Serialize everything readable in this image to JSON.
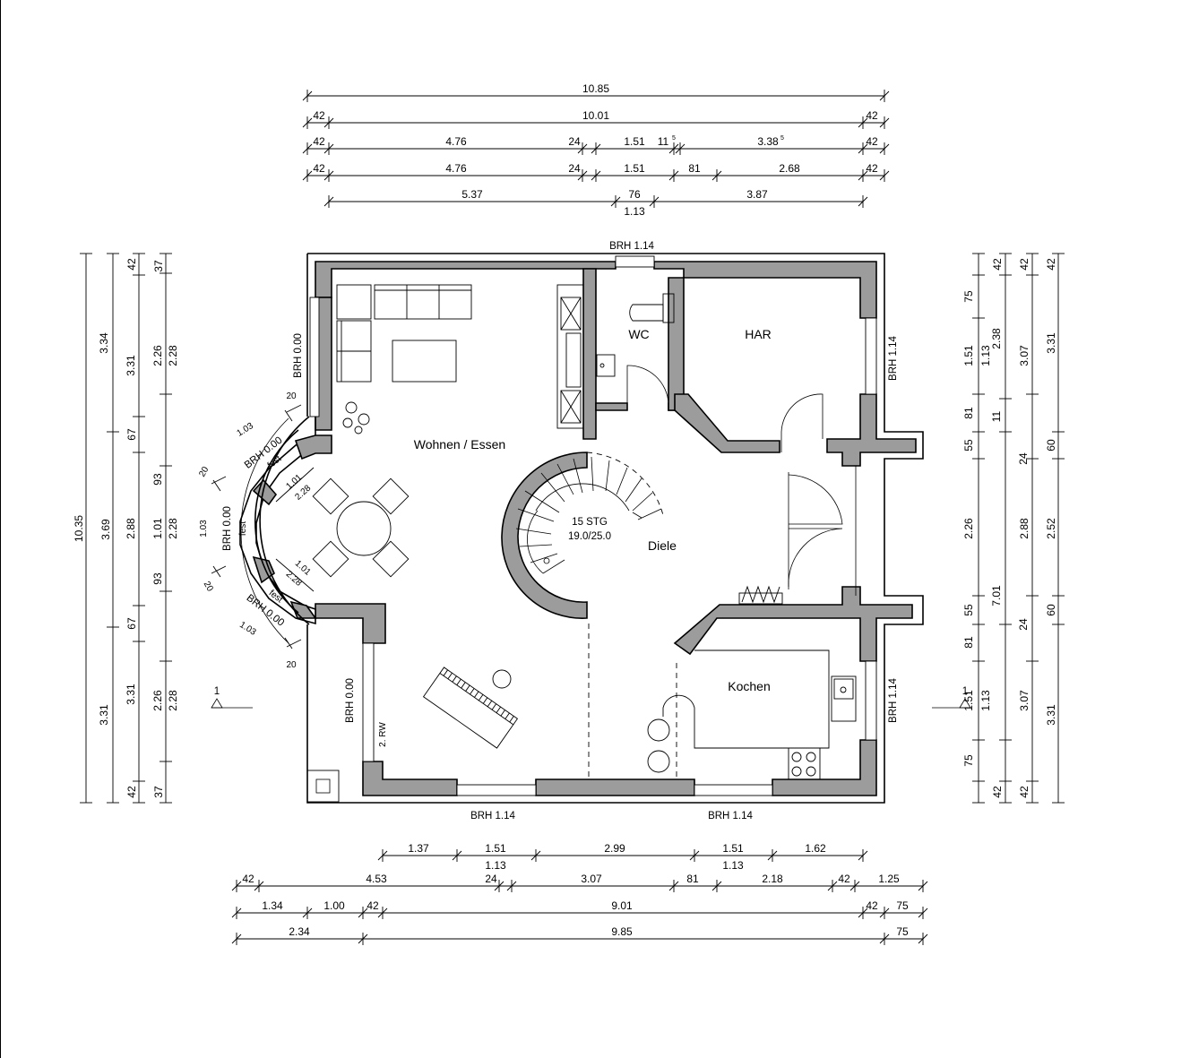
{
  "rooms": {
    "wohnen": "Wohnen / Essen",
    "wc": "WC",
    "har": "HAR",
    "diele": "Diele",
    "kochen": "Kochen"
  },
  "stairs": {
    "steps": "15 STG",
    "ratio": "19.0/25.0"
  },
  "labels": {
    "brh_top": "BRH 1.14",
    "brh_right_top": "BRH 1.14",
    "brh_right_bottom": "BRH 1.14",
    "brh_bottom_left": "BRH 1.14",
    "brh_bottom_right": "BRH 1.14",
    "brh_left_top": "BRH 0.00",
    "brh_left_bottom": "BRH 0.00",
    "brh_bay_1": "BRH 0.00",
    "brh_bay_2": "BRH 0.00",
    "brh_bay_3": "BRH 0.00",
    "fest_1": "fest",
    "fest_2": "fest",
    "fest_3": "fest",
    "rw": "2. RW",
    "section_left": "1",
    "section_right": "1",
    "sup5": "5"
  },
  "dims_top": {
    "r1": [
      "10.85"
    ],
    "r2": [
      "42",
      "10.01",
      "42"
    ],
    "r3": [
      "42",
      "4.76",
      "24",
      "1.51",
      "11",
      "3.38",
      "42"
    ],
    "r4": [
      "42",
      "4.76",
      "24",
      "1.51",
      "81",
      "2.68",
      "42"
    ],
    "r5": [
      "5.37",
      "76",
      "3.87"
    ],
    "r5b": "1.13"
  },
  "dims_bottom": {
    "r1": [
      "1.37",
      "1.51",
      "2.99",
      "1.51",
      "1.62"
    ],
    "r1b": [
      "1.13",
      "1.13"
    ],
    "r2": [
      "42",
      "4.53",
      "24",
      "3.07",
      "81",
      "2.18",
      "42",
      "1.25"
    ],
    "r3": [
      "1.34",
      "1.00",
      "42",
      "9.01",
      "42",
      "75"
    ],
    "r4": [
      "2.34",
      "9.85",
      "75"
    ]
  },
  "dims_left": {
    "c1": [
      "10.35"
    ],
    "c2": [
      "3.34",
      "3.69",
      "3.31"
    ],
    "c3": [
      "3.31",
      "67",
      "2.88",
      "67",
      "3.31",
      "42"
    ],
    "c3b": [
      "42"
    ],
    "c4": [
      "2.26",
      "93",
      "1.01",
      "93",
      "2.26"
    ],
    "c5": [
      "37",
      "2.28",
      "2.28",
      "2.28",
      "37"
    ]
  },
  "dims_right": {
    "c1": [
      "75",
      "1.51",
      "81",
      "55",
      "2.26",
      "55",
      "81",
      "1.51",
      "75"
    ],
    "c1b": [
      "42",
      "42"
    ],
    "c2": [
      "1.13",
      "11",
      "24",
      "7.01",
      "24",
      "1.13"
    ],
    "c3": [
      "42",
      "2.38",
      "3.07",
      "2.88",
      "3.07",
      "42"
    ],
    "c4": [
      "42",
      "3.31",
      "60",
      "2.52",
      "60",
      "3.31"
    ]
  },
  "bay_dims": {
    "arc1": "1.03",
    "arc2": "1.03",
    "arc3": "1.03",
    "a1": "20",
    "a2": "20",
    "a3": "20",
    "a4": "20",
    "w1": "1.01",
    "w2": "2.28",
    "w3": "1.01",
    "w4": "2.28"
  }
}
